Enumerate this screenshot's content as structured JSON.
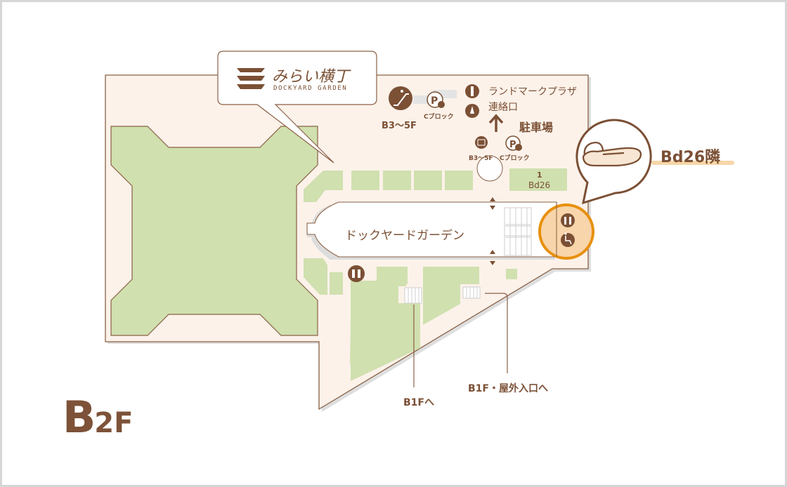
{
  "map": {
    "floor": {
      "big": "B",
      "small": "2F"
    },
    "logo": {
      "title": "みらい横丁",
      "subtitle": "DOCKYARD GARDEN"
    },
    "escalator": {
      "icon": "escalator-icon",
      "label": "B3〜5F"
    },
    "parking_c_top": {
      "icon": "parking-c-icon",
      "label": "Cブロック"
    },
    "restrooms_top": {
      "icon": "restroom-icon"
    },
    "landmark_plaza": {
      "line1": "ランドマークプラザ",
      "line2": "連絡口"
    },
    "parking": {
      "arrow": "up-arrow-icon",
      "label": "駐車場"
    },
    "elevator": {
      "icon": "elevator-icon",
      "label": "B3〜5F"
    },
    "parking_c_bottom": {
      "icon": "parking-c-icon",
      "label": "Cブロック"
    },
    "shop_bd26": {
      "number": "1",
      "code": "Bd26"
    },
    "garden_label": "ドックヤードガーデン",
    "callout": {
      "icon": "toilet-icon",
      "label": "Bd26隣"
    },
    "restroom_highlight": {
      "icons": [
        "restroom-icon",
        "wheelchair-icon"
      ]
    },
    "stairs_b1f": "B1Fへ",
    "stairs_b1f_outdoor": "B1F・屋外入口へ",
    "colors": {
      "brown": "#7b5035",
      "floor": "#fcf2ea",
      "shop_green": "#d0e0af",
      "highlight_orange": "#e8900e",
      "highlight_fill": "#f8d5aa"
    }
  }
}
